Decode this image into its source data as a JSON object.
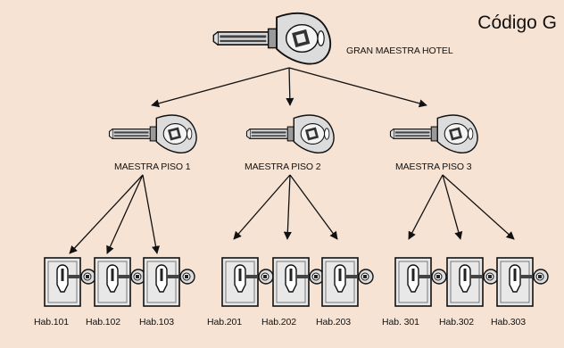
{
  "title": "Código G",
  "colors": {
    "background": "#f6e3d4",
    "line": "#111111",
    "metal": "#dcdcdc",
    "metal_dark": "#9a9a9a"
  },
  "grand_master": {
    "label": "GRAN MAESTRA HOTEL",
    "icon": "master-key-icon"
  },
  "floor_masters": [
    {
      "label": "MAESTRA PISO 1",
      "icon": "key-icon"
    },
    {
      "label": "MAESTRA PISO 2",
      "icon": "key-icon"
    },
    {
      "label": "MAESTRA PISO 3",
      "icon": "key-icon"
    }
  ],
  "rooms": [
    [
      "Hab.101",
      "Hab.102",
      "Hab.103"
    ],
    [
      "Hab.201",
      "Hab.202",
      "Hab.203"
    ],
    [
      "Hab. 301",
      "Hab.302",
      "Hab.303"
    ]
  ],
  "room_icon": "door-lock-cylinder-icon"
}
